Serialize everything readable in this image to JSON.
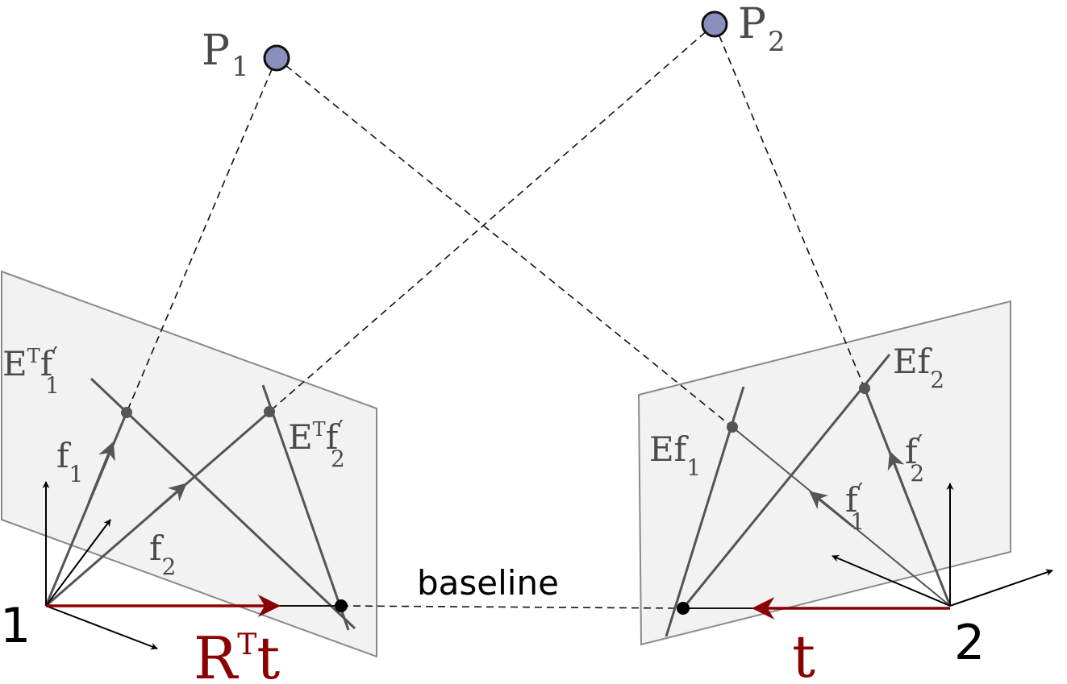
{
  "points": {
    "p1": {
      "label": "P",
      "sub": "1"
    },
    "p2": {
      "label": "P",
      "sub": "2"
    }
  },
  "cameras": {
    "cam1": {
      "label": "1"
    },
    "cam2": {
      "label": "2"
    }
  },
  "baseline_label": "baseline",
  "left_plane": {
    "epiline_f1_label": {
      "main": "E",
      "sup": "T",
      "rest": "f",
      "prime": "′",
      "sub": "1"
    },
    "epiline_f2_label": {
      "main": "E",
      "sup": "T",
      "rest": "f",
      "prime": "′",
      "sub": "2"
    },
    "ray_f1_label": {
      "main": "f",
      "sub": "1"
    },
    "ray_f2_label": {
      "main": "f",
      "sub": "2"
    },
    "translation_label": {
      "main": "R",
      "sup": "T",
      "rest": "t"
    }
  },
  "right_plane": {
    "epiline_ef1_label": {
      "main": "Ef",
      "sub": "1"
    },
    "epiline_ef2_label": {
      "main": "Ef",
      "sub": "2"
    },
    "ray_f1p_label": {
      "main": "f",
      "prime": "′",
      "sub": "1"
    },
    "ray_f2p_label": {
      "main": "f",
      "prime": "′",
      "sub": "2"
    },
    "translation_label": {
      "main": "t"
    }
  },
  "colors": {
    "plane_fill": "#f2f2f2",
    "plane_stroke": "#8a8a8a",
    "line_gray": "#555555",
    "translation_red": "#8b0000",
    "point_fill": "#8a8fbd",
    "point_stroke": "#111111",
    "text_gray": "#4a4a4a",
    "text_black": "#000000"
  }
}
